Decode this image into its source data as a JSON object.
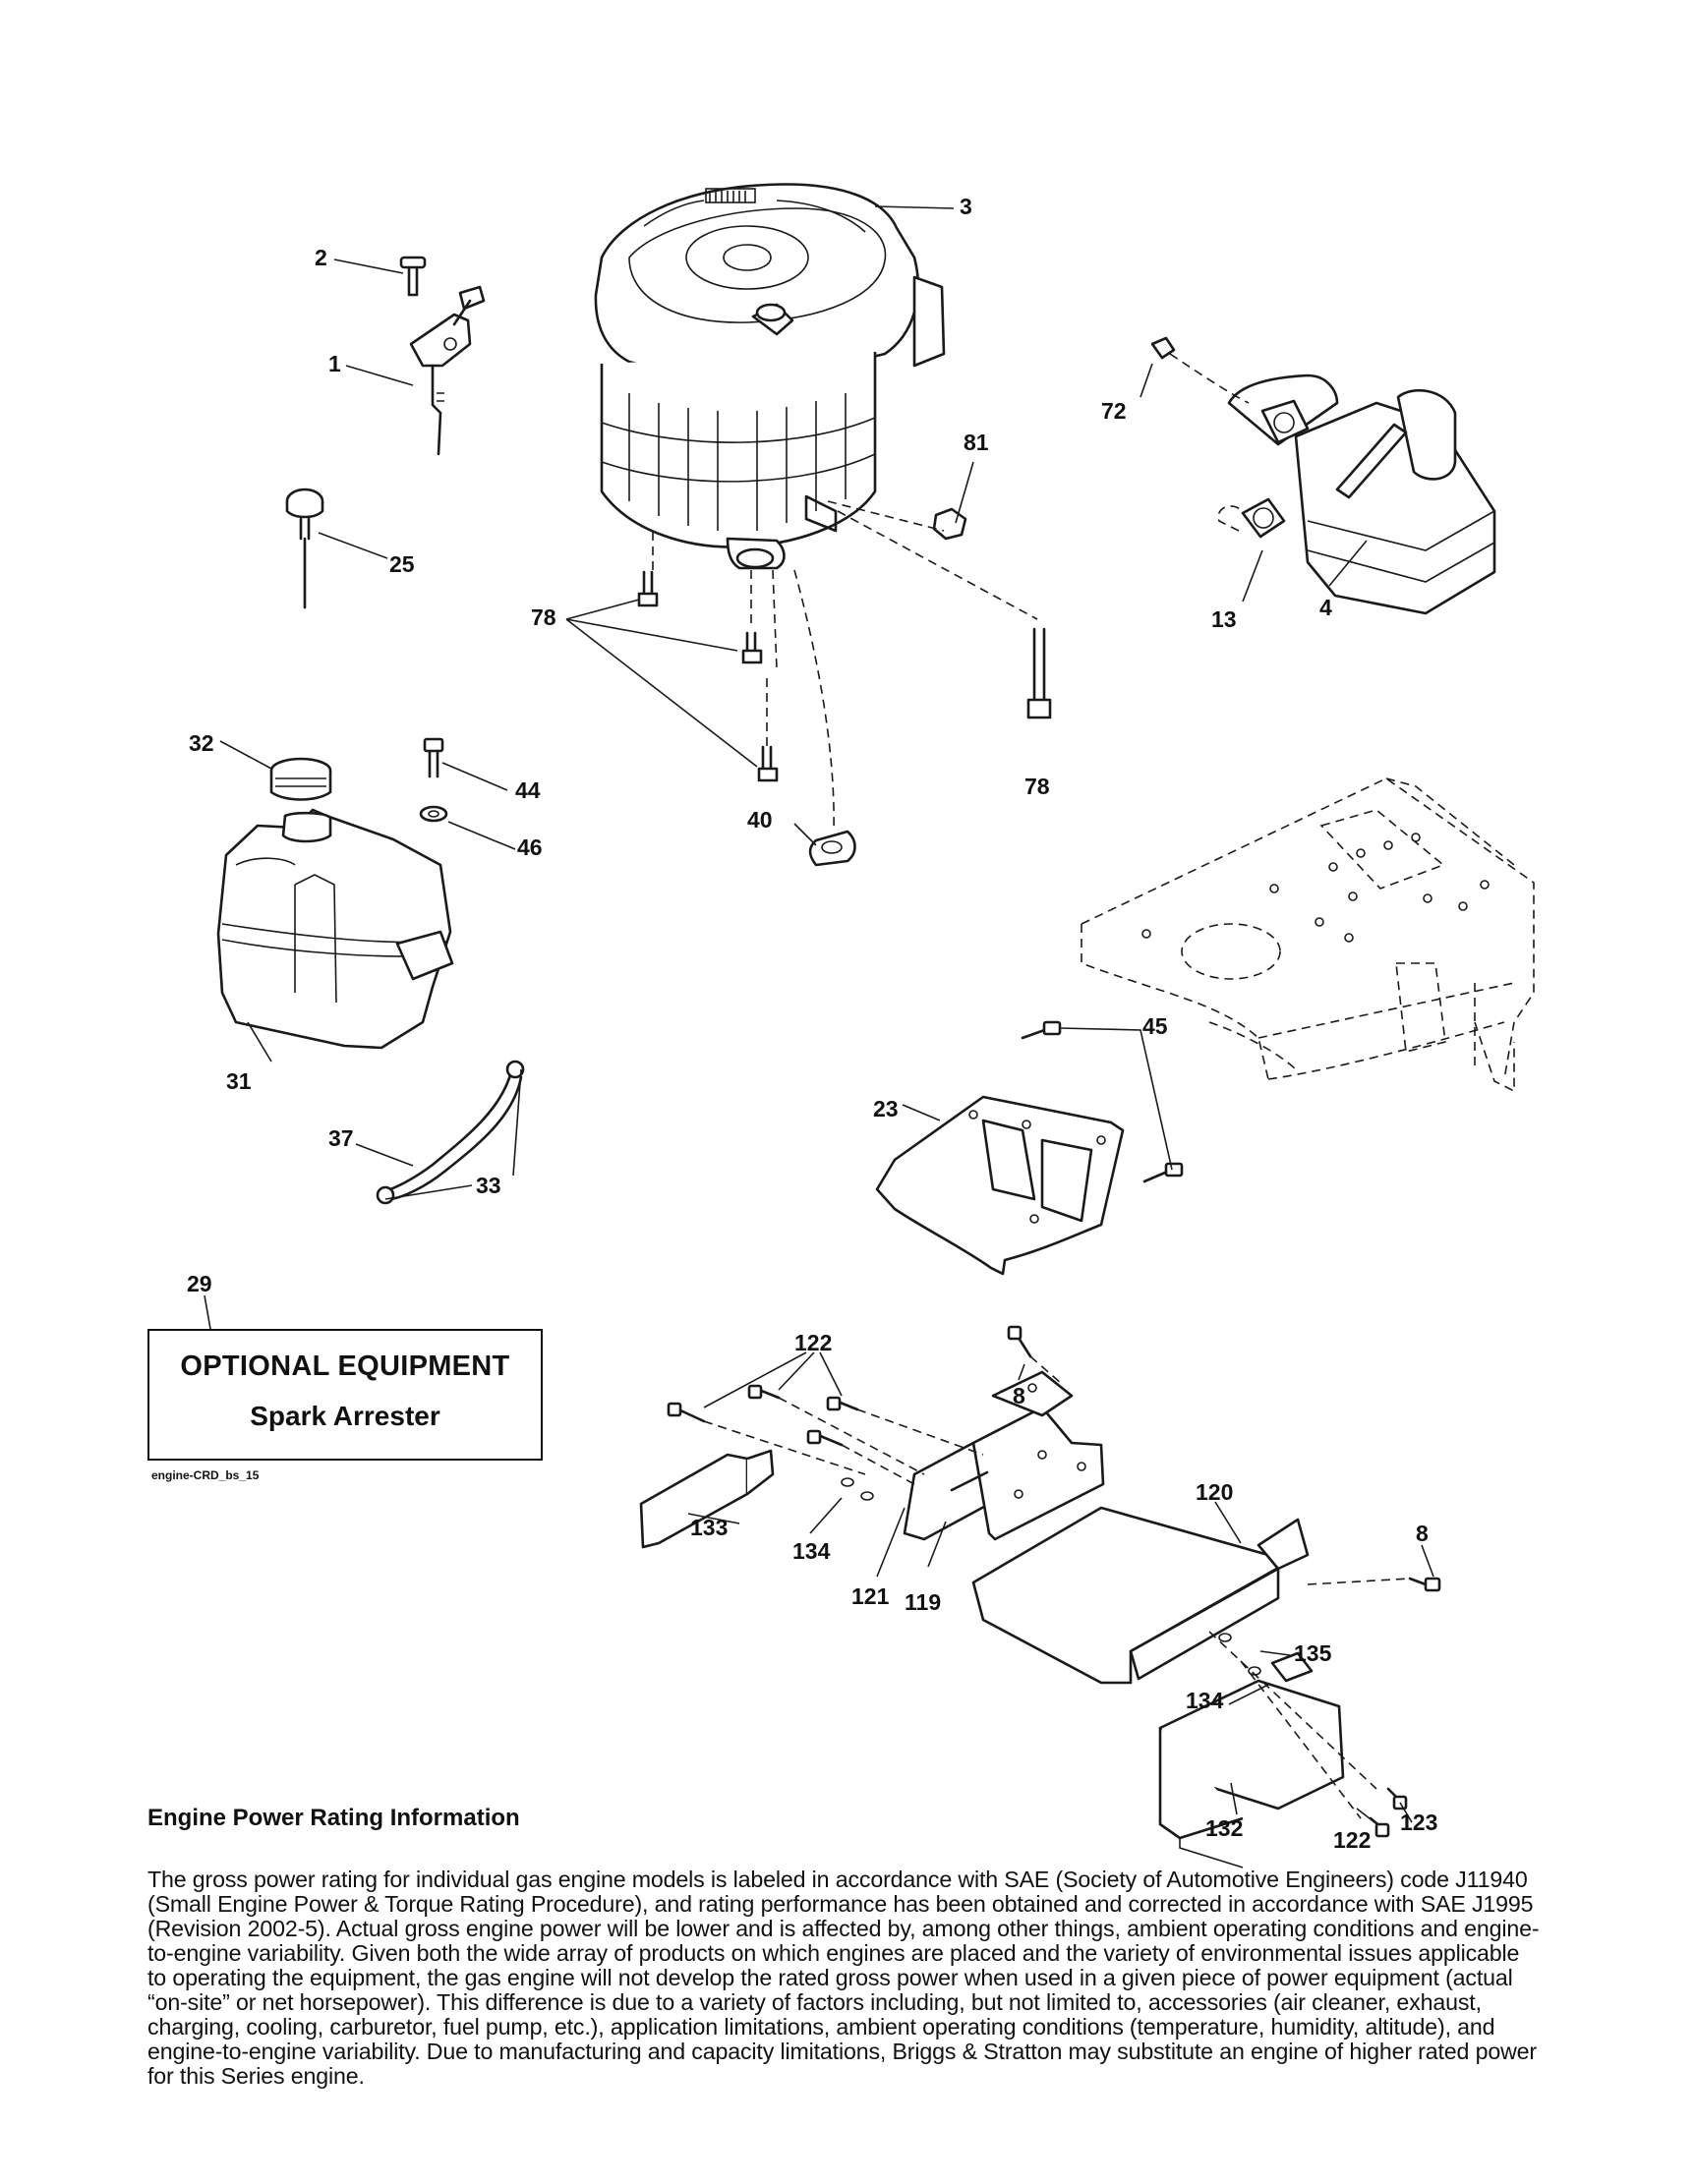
{
  "labels": {
    "p1": "1",
    "p2": "2",
    "p3": "3",
    "p4": "4",
    "p13": "13",
    "p23": "23",
    "p25": "25",
    "p29": "29",
    "p31": "31",
    "p32": "32",
    "p33": "33",
    "p37": "37",
    "p40": "40",
    "p44": "44",
    "p45": "45",
    "p46": "46",
    "p72": "72",
    "p78a": "78",
    "p78b": "78",
    "p81": "81",
    "p8a": "8",
    "p8b": "8",
    "p119": "119",
    "p120": "120",
    "p121": "121",
    "p122a": "122",
    "p122b": "122",
    "p123": "123",
    "p132": "132",
    "p133": "133",
    "p134a": "134",
    "p134b": "134",
    "p135": "135"
  },
  "optional_equipment": {
    "title": "OPTIONAL EQUIPMENT",
    "item": "Spark Arrester"
  },
  "figure_id": "engine-CRD_bs_15",
  "rating": {
    "heading": "Engine Power Rating Information",
    "body": "The gross power rating for individual gas engine models is labeled in accordance with SAE (Society of Automotive Engineers) code J11940 (Small Engine Power & Torque Rating Procedure), and rating performance has been obtained and corrected in accordance with SAE J1995 (Revision 2002-5). Actual gross engine power will be lower and is affected by, among other things, ambient operating conditions and engine-to-engine variability. Given both the wide array of products on which engines are placed and the variety of environmental issues applicable to operating the equipment, the gas engine will not develop the rated gross power when used in a given piece of power equipment (actual “on-site” or net horsepower). This difference is due to a variety of factors including, but not limited to, accessories (air cleaner, exhaust, charging, cooling, carburetor, fuel pump, etc.), application limitations, ambient operating conditions (temperature, humidity, altitude), and engine-to-engine variability. Due to manufacturing and capacity limitations, Briggs & Stratton may substitute an engine of higher rated power for this Series engine."
  }
}
